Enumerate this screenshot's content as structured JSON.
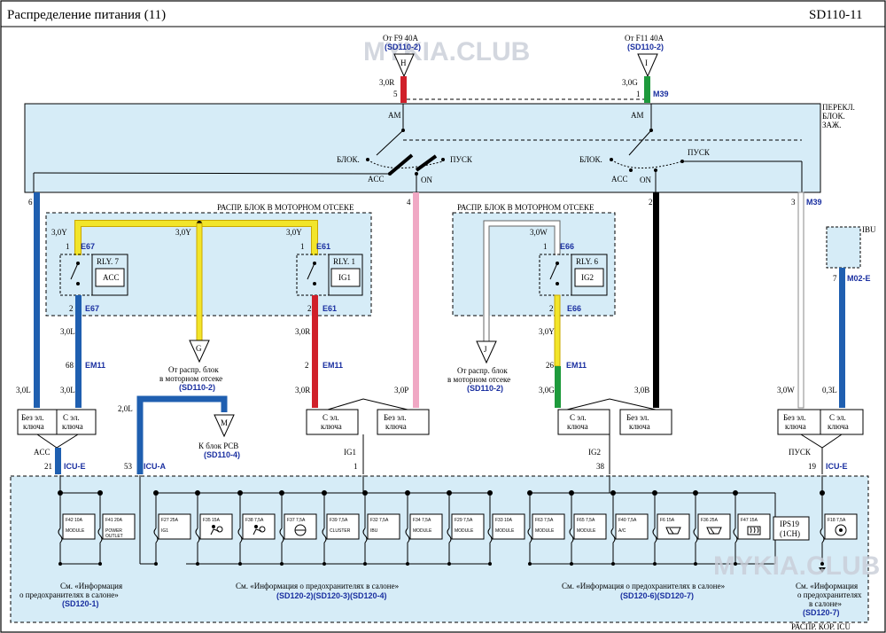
{
  "header": {
    "title": "Распределение питания (11)",
    "code": "SD110-11"
  },
  "colors": {
    "panel": "#d6ecf7",
    "red": "#d0202a",
    "green": "#1e9a3c",
    "yellow": "#f2e52a",
    "blue": "#1f5fb0",
    "pink": "#f0a8c4",
    "white_wire": "#ffffff",
    "black": "#000000",
    "ref": "#1a2fa0"
  },
  "top_sources": [
    {
      "label": "От F9 40A",
      "ref": "(SD110-2)",
      "connector": "H",
      "wire": "3,0R",
      "pin": "5"
    },
    {
      "label": "От F11 40A",
      "ref": "(SD110-2)",
      "connector": "I",
      "wire": "3,0G",
      "pin": "1",
      "conn_id": "M39"
    }
  ],
  "ignition": {
    "title_l1": "ПЕРЕКЛ.",
    "title_l2": "БЛОК.",
    "title_l3": "ЗАЖ.",
    "am": "AM",
    "lock": "БЛОК.",
    "acc": "ACC",
    "on": "ON",
    "start": "ПУСК"
  },
  "pins_out": [
    {
      "pin": "6"
    },
    {
      "pin": "4"
    },
    {
      "pin": "2"
    },
    {
      "pin": "3",
      "conn_id": "M39"
    }
  ],
  "engine_box_1": {
    "title": "РАСПР. БЛОК В МОТОРНОМ ОТСЕКЕ",
    "relay_acc": {
      "name": "RLY. 7",
      "label": "ACC",
      "pin_in": "1",
      "pin_out": "2",
      "conn_in": "E67",
      "conn_out": "E67"
    },
    "relay_ig1": {
      "name": "RLY. 1",
      "label": "IG1",
      "pin_in": "1",
      "pin_out": "2",
      "conn_in": "E61",
      "conn_out": "E61"
    },
    "wire_left": "3,0Y",
    "wire_mid": "3,0Y",
    "wire_right": "3,0Y"
  },
  "engine_box_2": {
    "title": "РАСПР. БЛОК В МОТОРНОМ ОТСЕКЕ",
    "relay_ig2": {
      "name": "RLY. 6",
      "label": "IG2",
      "pin_in": "1",
      "pin_out": "2",
      "conn_in": "E66",
      "conn_out": "E66"
    },
    "wire_in": "3,0W"
  },
  "ibu": {
    "label": "IBU",
    "pin": "7",
    "conn": "M02-E"
  },
  "wires": {
    "acc_out": "3,0L",
    "acc_em_pin": "68",
    "acc_em": "EM11",
    "acc_low": "3,0L",
    "left_low": "3,0L",
    "ig1_out": "3,0R",
    "ig1_em_pin": "2",
    "ig1_em": "EM11",
    "ig1_low": "3,0R",
    "pink_low": "3,0P",
    "ig2_out": "3,0Y",
    "ig2_em_pin": "26",
    "ig2_em": "EM11",
    "ig2_low": "3,0G",
    "black_low": "3,0B",
    "white_low": "3,0W",
    "ibu_low": "0,3L",
    "icua": "2,0L"
  },
  "connectors": {
    "G": {
      "letter": "G",
      "l1": "От распр. блок",
      "l2": "в моторном отсеке",
      "ref": "(SD110-2)"
    },
    "J": {
      "letter": "J",
      "l1": "От распр. блок",
      "l2": "в моторном отсеке",
      "ref": "(SD110-2)"
    },
    "M": {
      "letter": "M",
      "l1": "К блок PCB",
      "ref": "(SD110-4)"
    }
  },
  "bottom_labels": {
    "no_key": "Без эл. ключа",
    "key": "С эл. ключа",
    "acc": "ACC",
    "ig1": "IG1",
    "ig2": "IG2",
    "start": "ПУСК",
    "pin_21": "21",
    "icu_e": "ICU-E",
    "pin_53": "53",
    "icu_a": "ICU-A",
    "pin_1": "1",
    "pin_38": "38",
    "pin_19": "19",
    "icu_e2": "ICU-E"
  },
  "fuses_g1": [
    {
      "name": "F42 10A",
      "target": "MODULE"
    },
    {
      "name": "F41 20A",
      "target": "POWER OUTLET"
    }
  ],
  "fuses_g2": [
    {
      "name": "F27 25A",
      "target": "IG1"
    },
    {
      "name": "F35 15A",
      "target": "airbag-icon"
    },
    {
      "name": "F38 7,5A",
      "target": "airbag-icon"
    },
    {
      "name": "F37 7,5A",
      "target": "steering-icon"
    },
    {
      "name": "F39 7,5A",
      "target": "CLUSTER"
    },
    {
      "name": "F32 7,5A",
      "target": "IBU"
    },
    {
      "name": "F34 7,5A",
      "target": "MODULE"
    },
    {
      "name": "F29 7,5A",
      "target": "MODULE"
    },
    {
      "name": "F33 10A",
      "target": "MODULE"
    }
  ],
  "fuses_g3": [
    {
      "name": "F63 7,5A",
      "target": "MODULE"
    },
    {
      "name": "F65 7,5A",
      "target": "MODULE"
    },
    {
      "name": "F40 7,5A",
      "target": "A/C"
    },
    {
      "name": "F6 15A",
      "target": "wiper-icon"
    },
    {
      "name": "F36 25A",
      "target": "wiper-icon"
    },
    {
      "name": "F47 15A",
      "target": "defog-icon"
    },
    {
      "name": "IPS19",
      "target": "(1CH)"
    },
    {
      "name": "F18 7,5A",
      "target": "horn-icon"
    }
  ],
  "footnotes": {
    "n1_l1": "См. «Информация",
    "n1_l2": "о предохранителях в салоне»",
    "n1_ref": "(SD120-1)",
    "n2": "См. «Информация о предохранителях в салоне»",
    "n2_ref": "(SD120-2)(SD120-3)(SD120-4)",
    "n3": "См. «Информация о предохранителях в салоне»",
    "n3_ref": "(SD120-6)(SD120-7)",
    "n4_l1": "См. «Информация",
    "n4_l2": "о предохранителях",
    "n4_l3": "в салоне»",
    "n4_ref": "(SD120-7)",
    "box": "РАСПР. КОР. ICU"
  },
  "watermark": {
    "text1": "MYKIA.CLUB",
    "text2": "MYKIA.CLUB"
  }
}
